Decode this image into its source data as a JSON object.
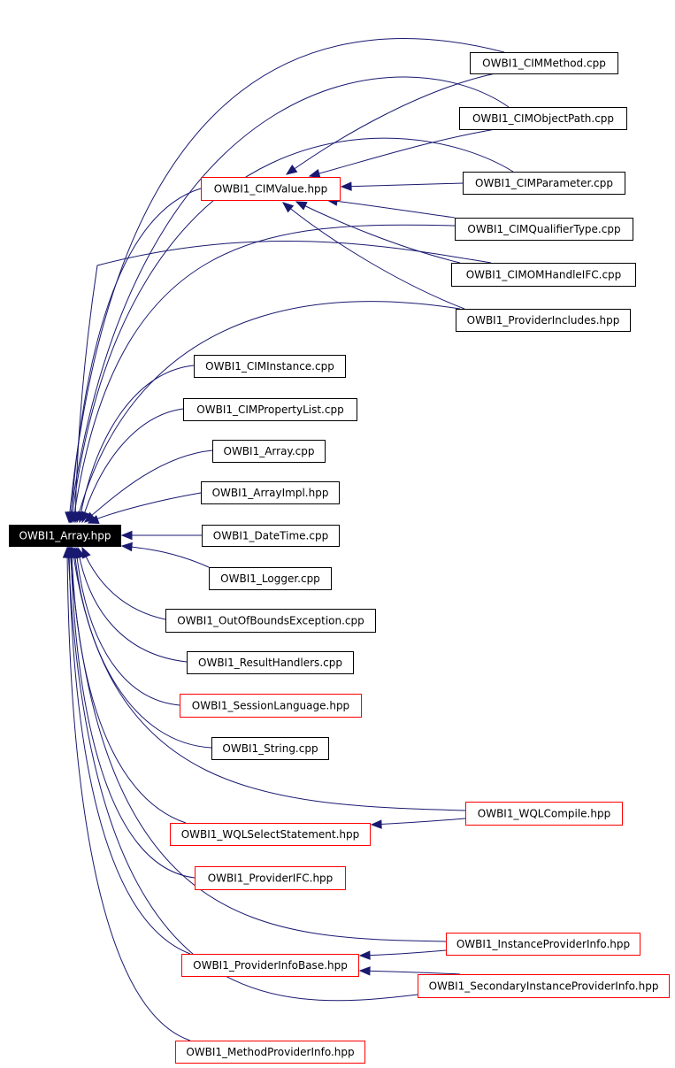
{
  "graph": {
    "colors": {
      "edge": "#191970",
      "node_border": "#000000",
      "node_border_link": "#ff0000",
      "root_fill": "#000000",
      "root_text": "#ffffff"
    },
    "nodes": [
      {
        "id": "n0",
        "label": "OWBI1_Array.hpp",
        "style": "root"
      },
      {
        "id": "n1",
        "label": "OWBI1_CIMMethod.cpp",
        "style": "black"
      },
      {
        "id": "n2",
        "label": "OWBI1_CIMObjectPath.cpp",
        "style": "black"
      },
      {
        "id": "n3",
        "label": "OWBI1_CIMValue.hpp",
        "style": "red"
      },
      {
        "id": "n4",
        "label": "OWBI1_CIMParameter.cpp",
        "style": "black"
      },
      {
        "id": "n5",
        "label": "OWBI1_CIMQualifierType.cpp",
        "style": "black"
      },
      {
        "id": "n6",
        "label": "OWBI1_CIMOMHandleIFC.cpp",
        "style": "black"
      },
      {
        "id": "n7",
        "label": "OWBI1_ProviderIncludes.hpp",
        "style": "black"
      },
      {
        "id": "n8",
        "label": "OWBI1_CIMInstance.cpp",
        "style": "black"
      },
      {
        "id": "n9",
        "label": "OWBI1_CIMPropertyList.cpp",
        "style": "black"
      },
      {
        "id": "n10",
        "label": "OWBI1_Array.cpp",
        "style": "black"
      },
      {
        "id": "n11",
        "label": "OWBI1_ArrayImpl.hpp",
        "style": "black"
      },
      {
        "id": "n12",
        "label": "OWBI1_DateTime.cpp",
        "style": "black"
      },
      {
        "id": "n13",
        "label": "OWBI1_Logger.cpp",
        "style": "black"
      },
      {
        "id": "n14",
        "label": "OWBI1_OutOfBoundsException.cpp",
        "style": "black"
      },
      {
        "id": "n15",
        "label": "OWBI1_ResultHandlers.cpp",
        "style": "black"
      },
      {
        "id": "n16",
        "label": "OWBI1_SessionLanguage.hpp",
        "style": "red"
      },
      {
        "id": "n17",
        "label": "OWBI1_String.cpp",
        "style": "black"
      },
      {
        "id": "n18",
        "label": "OWBI1_WQLCompile.hpp",
        "style": "red"
      },
      {
        "id": "n19",
        "label": "OWBI1_WQLSelectStatement.hpp",
        "style": "red"
      },
      {
        "id": "n20",
        "label": "OWBI1_ProviderIFC.hpp",
        "style": "red"
      },
      {
        "id": "n21",
        "label": "OWBI1_InstanceProviderInfo.hpp",
        "style": "red"
      },
      {
        "id": "n22",
        "label": "OWBI1_ProviderInfoBase.hpp",
        "style": "red"
      },
      {
        "id": "n23",
        "label": "OWBI1_SecondaryInstanceProviderInfo.hpp",
        "style": "red"
      },
      {
        "id": "n24",
        "label": "OWBI1_MethodProviderInfo.hpp",
        "style": "red"
      }
    ],
    "edges": [
      {
        "from": "n1",
        "to": "n0"
      },
      {
        "from": "n2",
        "to": "n0"
      },
      {
        "from": "n3",
        "to": "n0"
      },
      {
        "from": "n4",
        "to": "n0"
      },
      {
        "from": "n5",
        "to": "n0"
      },
      {
        "from": "n6",
        "to": "n0"
      },
      {
        "from": "n7",
        "to": "n0"
      },
      {
        "from": "n8",
        "to": "n0"
      },
      {
        "from": "n9",
        "to": "n0"
      },
      {
        "from": "n10",
        "to": "n0"
      },
      {
        "from": "n11",
        "to": "n0"
      },
      {
        "from": "n12",
        "to": "n0"
      },
      {
        "from": "n13",
        "to": "n0"
      },
      {
        "from": "n14",
        "to": "n0"
      },
      {
        "from": "n15",
        "to": "n0"
      },
      {
        "from": "n16",
        "to": "n0"
      },
      {
        "from": "n17",
        "to": "n0"
      },
      {
        "from": "n18",
        "to": "n0"
      },
      {
        "from": "n19",
        "to": "n0"
      },
      {
        "from": "n20",
        "to": "n0"
      },
      {
        "from": "n21",
        "to": "n0"
      },
      {
        "from": "n22",
        "to": "n0"
      },
      {
        "from": "n23",
        "to": "n0"
      },
      {
        "from": "n24",
        "to": "n0"
      },
      {
        "from": "n1",
        "to": "n3"
      },
      {
        "from": "n2",
        "to": "n3"
      },
      {
        "from": "n4",
        "to": "n3"
      },
      {
        "from": "n5",
        "to": "n3"
      },
      {
        "from": "n6",
        "to": "n3"
      },
      {
        "from": "n7",
        "to": "n3"
      },
      {
        "from": "n18",
        "to": "n19"
      },
      {
        "from": "n21",
        "to": "n22"
      },
      {
        "from": "n23",
        "to": "n22"
      }
    ]
  }
}
